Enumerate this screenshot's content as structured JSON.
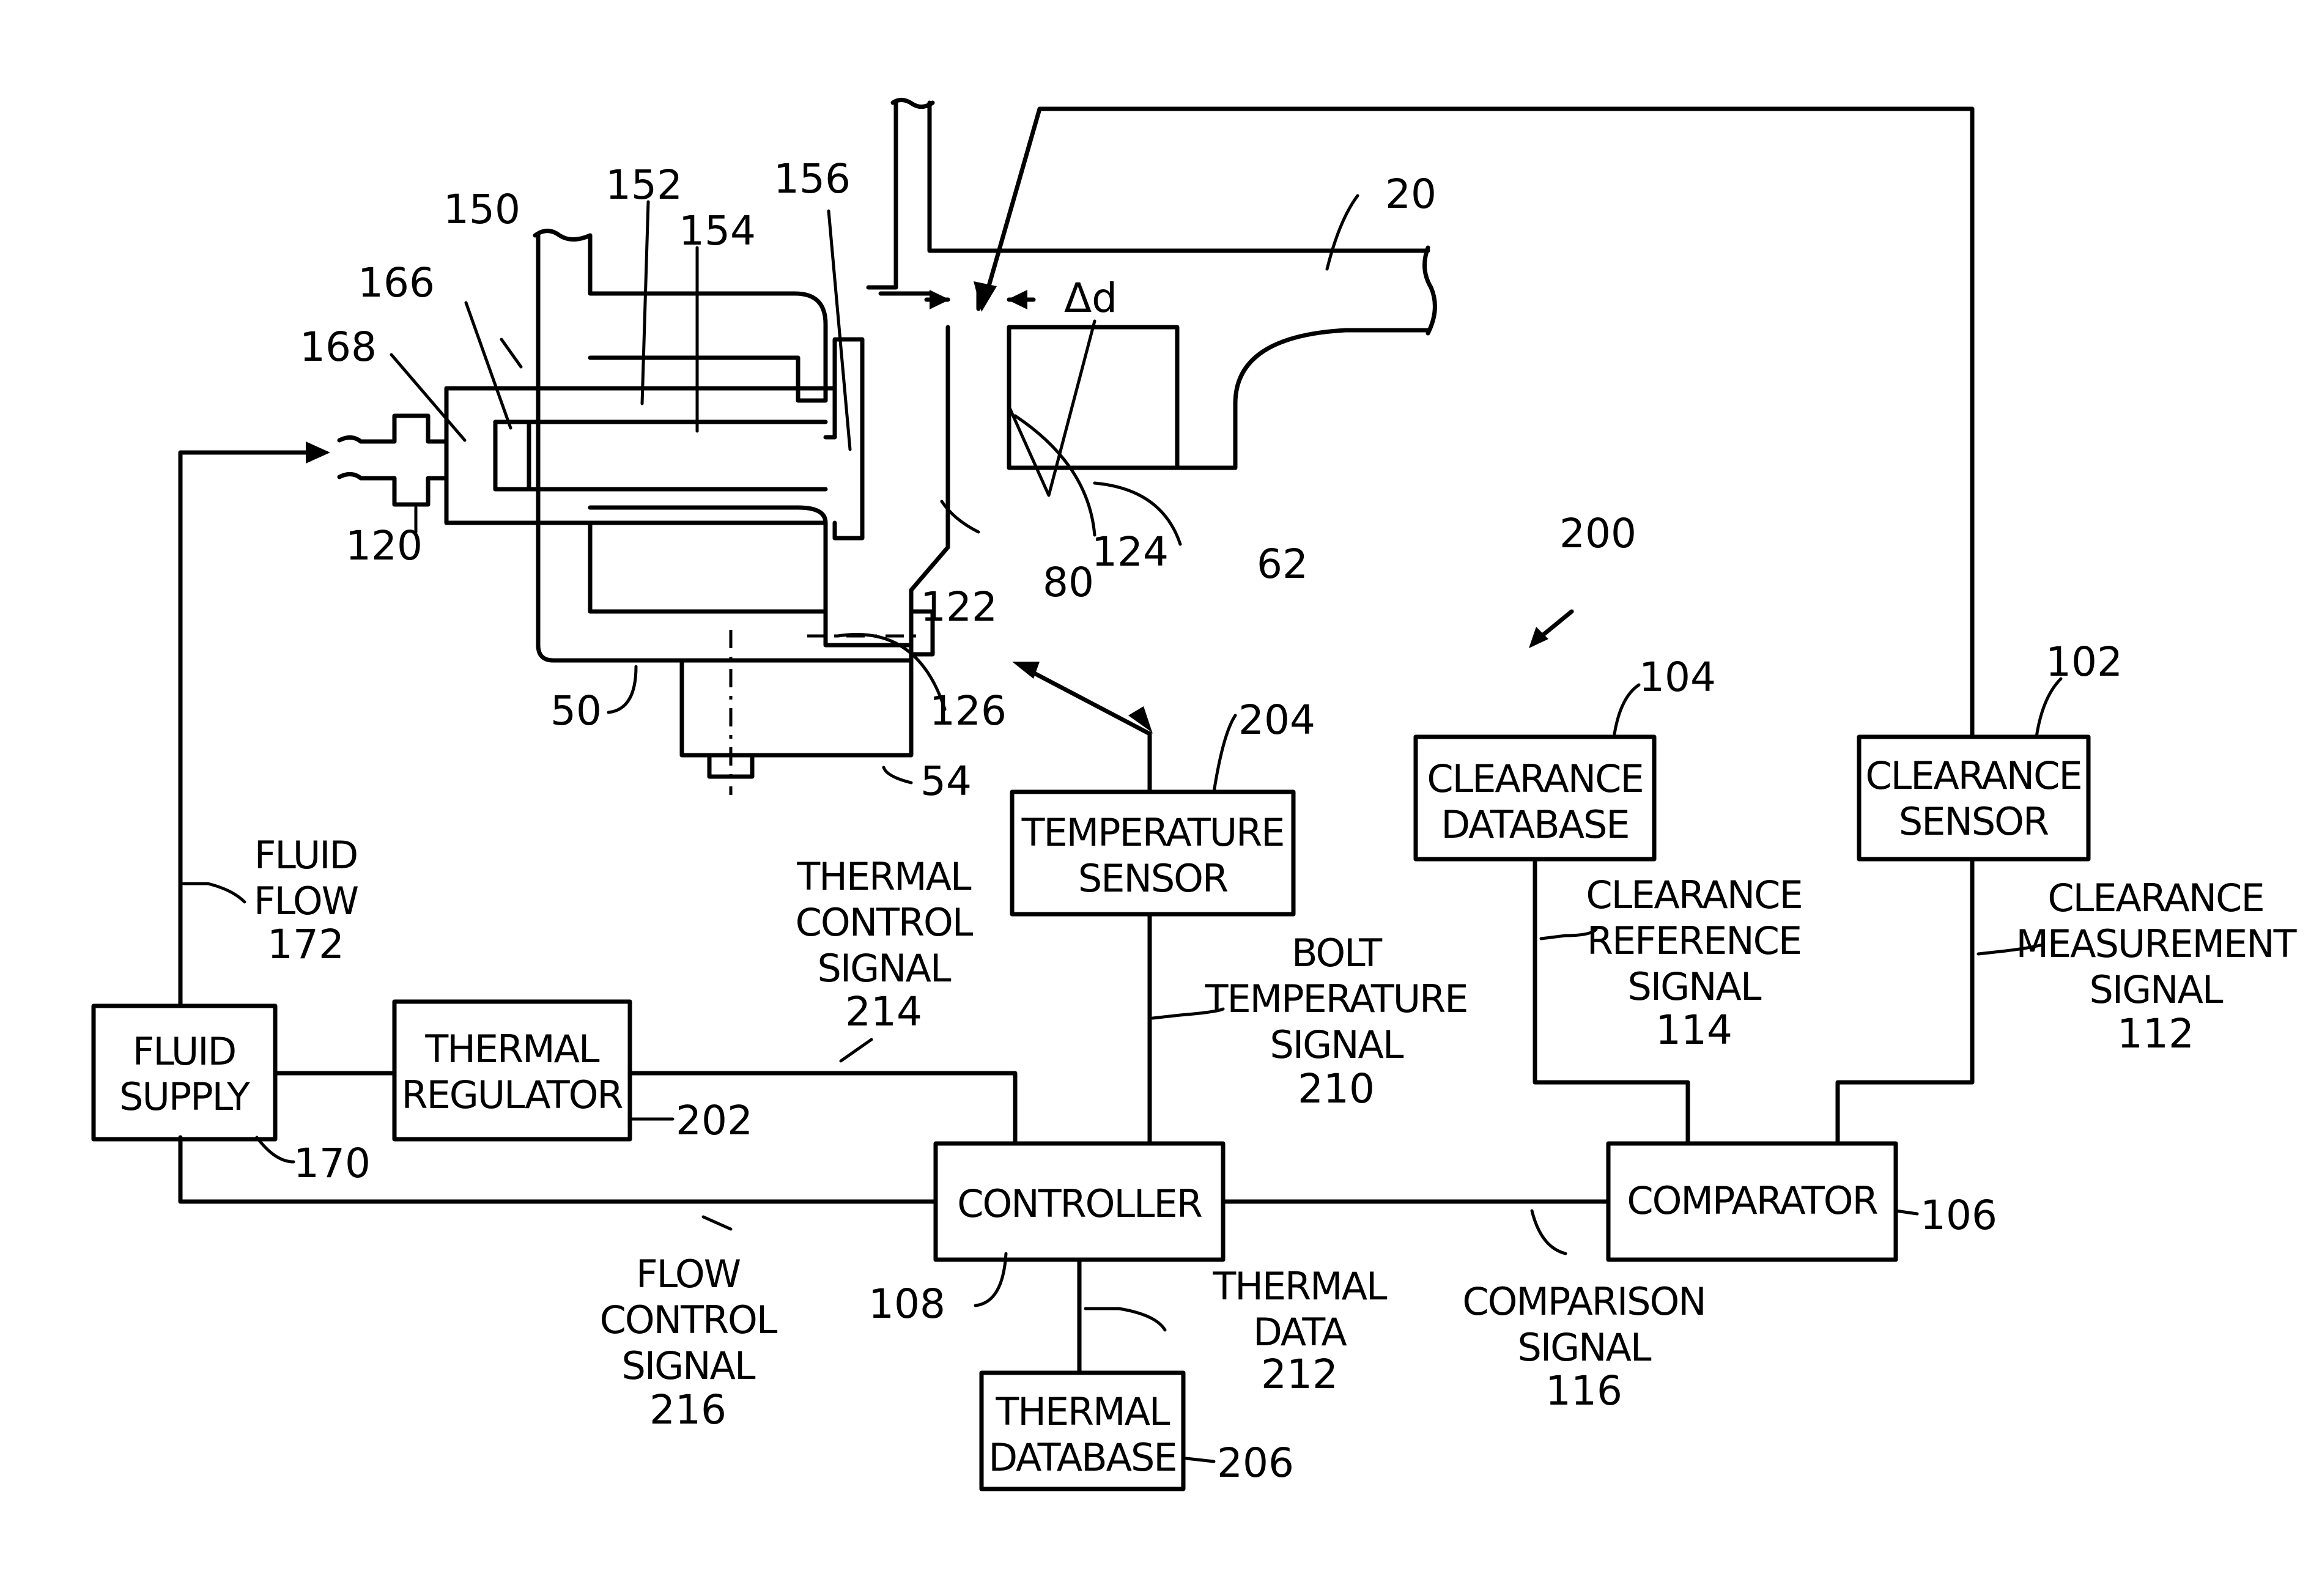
{
  "colors": {
    "line": "#000000",
    "background": "#ffffff"
  },
  "boxes": {
    "fluid_supply": [
      "FLUID",
      "SUPPLY"
    ],
    "thermal_regulator": [
      "THERMAL",
      "REGULATOR"
    ],
    "temperature_sensor": [
      "TEMPERATURE",
      "SENSOR"
    ],
    "controller": [
      "CONTROLLER"
    ],
    "thermal_database": [
      "THERMAL",
      "DATABASE"
    ],
    "clearance_database": [
      "CLEARANCE",
      "DATABASE"
    ],
    "clearance_sensor": [
      "CLEARANCE",
      "SENSOR"
    ],
    "comparator": [
      "COMPARATOR"
    ]
  },
  "signals": {
    "fluid_flow": [
      "FLUID",
      "FLOW",
      "172"
    ],
    "thermal_control_signal": [
      "THERMAL",
      "CONTROL",
      "SIGNAL",
      "214"
    ],
    "bolt_temperature_signal": [
      "BOLT",
      "TEMPERATURE",
      "SIGNAL",
      "210"
    ],
    "flow_control_signal": [
      "FLOW",
      "CONTROL",
      "SIGNAL",
      "216"
    ],
    "thermal_data": [
      "THERMAL",
      "DATA",
      "212"
    ],
    "comparison_signal": [
      "COMPARISON",
      "SIGNAL",
      "116"
    ],
    "clearance_reference_signal": [
      "CLEARANCE",
      "REFERENCE",
      "SIGNAL",
      "114"
    ],
    "clearance_measurement_signal": [
      "CLEARANCE",
      "MEASUREMENT",
      "SIGNAL",
      "112"
    ]
  },
  "refs": {
    "r150": "150",
    "r152": "152",
    "r156": "156",
    "r20": "20",
    "r166": "166",
    "r154": "154",
    "r168": "168",
    "r120": "120",
    "r122": "122",
    "r80": "80",
    "r124": "124",
    "r62": "62",
    "r200": "200",
    "r126": "126",
    "r50": "50",
    "r54": "54",
    "r204": "204",
    "r104": "104",
    "r102": "102",
    "r202": "202",
    "r170": "170",
    "r108": "108",
    "r106": "106",
    "r206": "206",
    "delta_d": "Δd"
  }
}
